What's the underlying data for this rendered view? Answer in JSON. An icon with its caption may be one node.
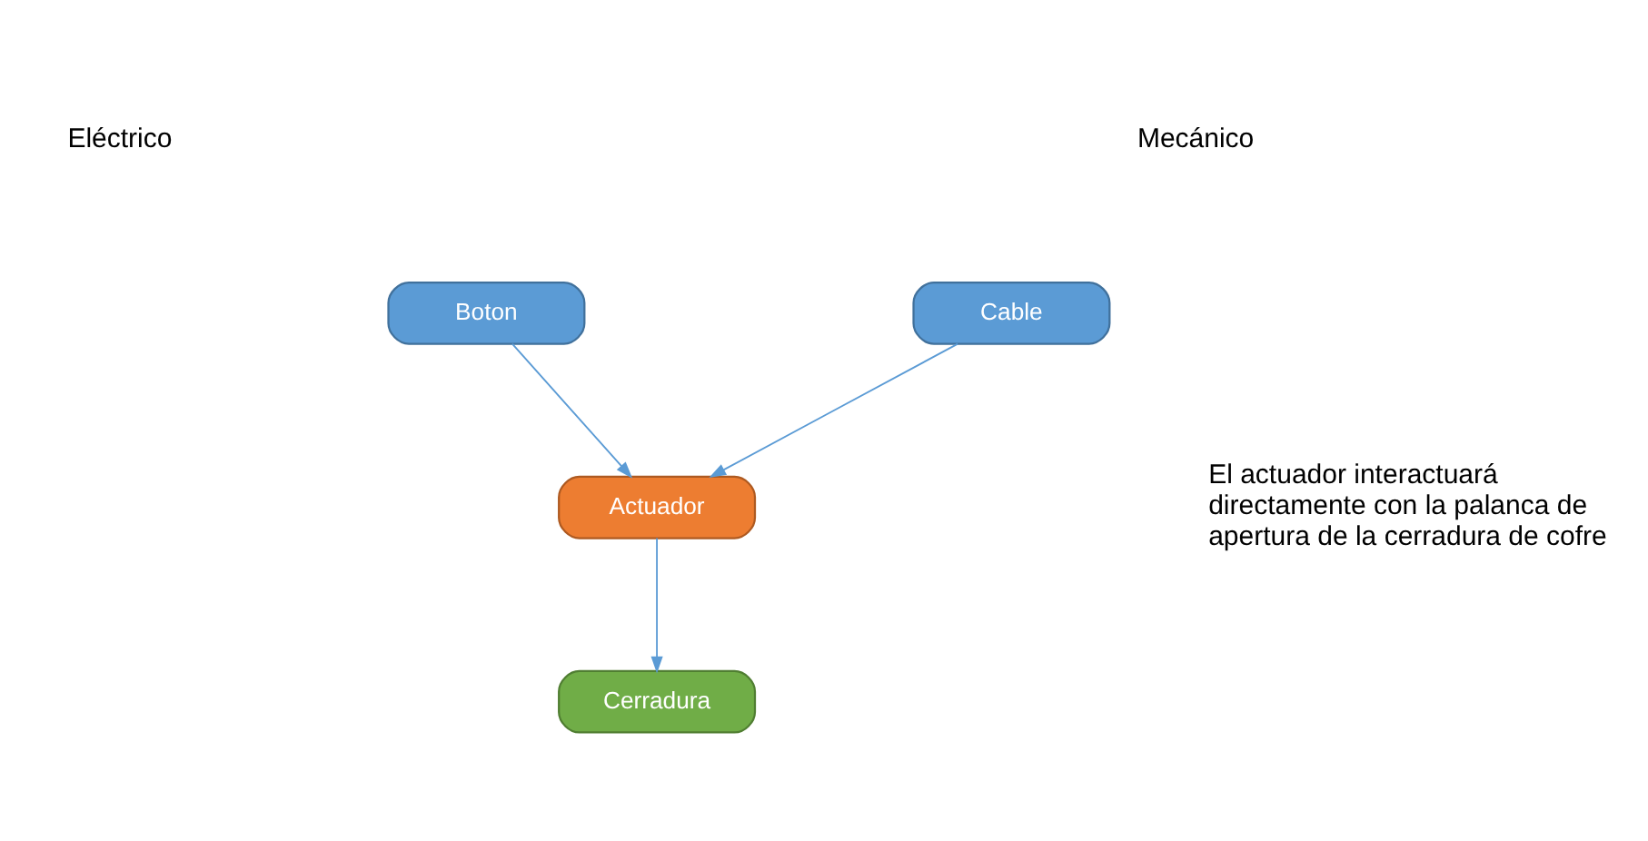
{
  "diagram": {
    "nodes": [
      {
        "text": [
          "Boton"
        ]
      },
      {
        "text": [
          "Cable"
        ]
      },
      {
        "text": [
          "Actuador"
        ]
      },
      {
        "text": [
          "Cerradura"
        ]
      }
    ],
    "edges": [
      {
        "from": 0,
        "to": 2,
        "arrow": "to"
      },
      {
        "from": 1,
        "to": 2,
        "arrow": "to"
      },
      {
        "from": 2,
        "to": 3,
        "arrow": "to"
      }
    ],
    "labels": [
      "Eléctrico",
      "Mecánico",
      "El actuador interactuará directamente con la palanca de apertura de la cerradura de cofre"
    ]
  }
}
